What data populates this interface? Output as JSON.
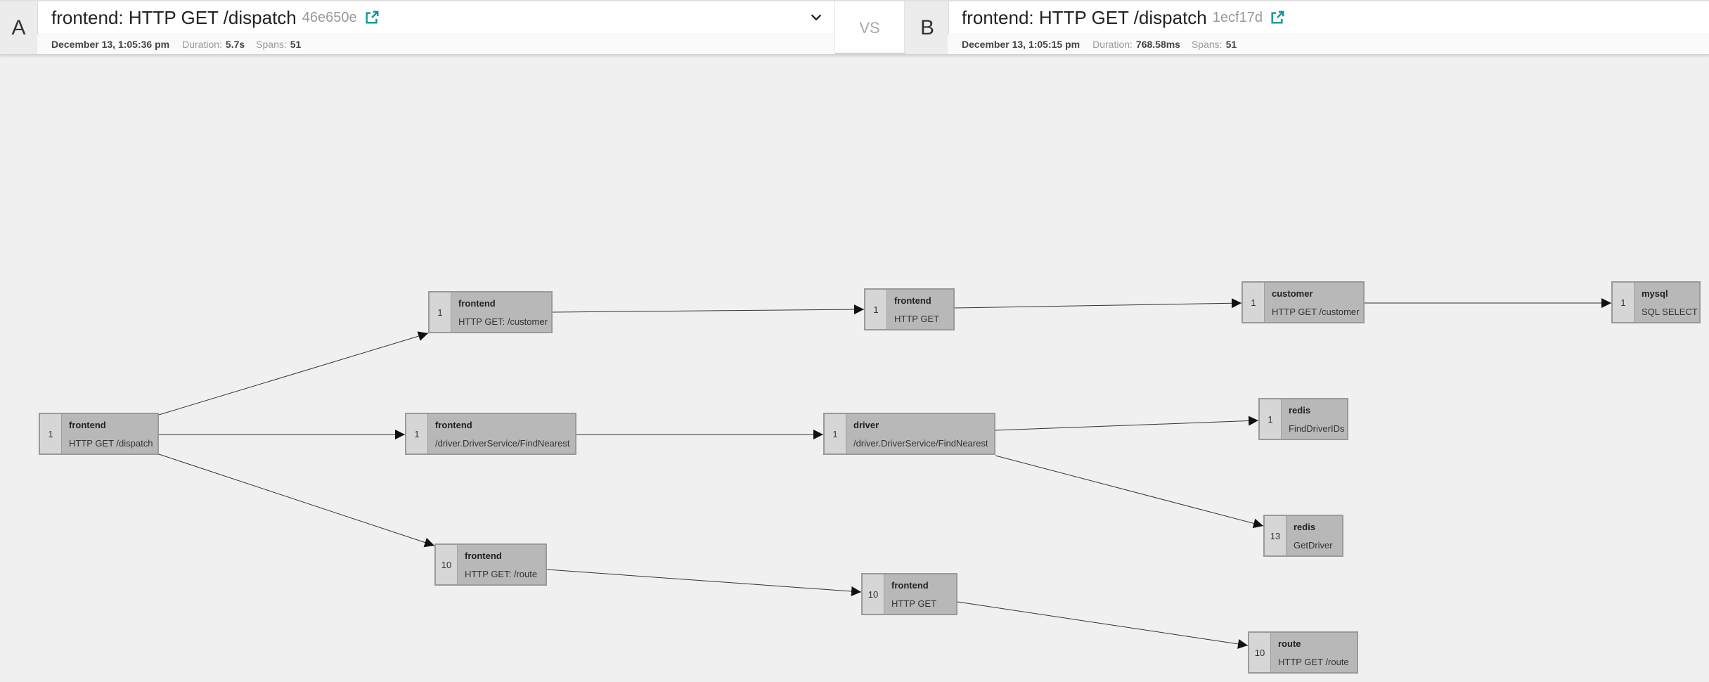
{
  "header": {
    "a": {
      "letter": "A",
      "title": "frontend: HTTP GET /dispatch",
      "trace_id": "46e650e",
      "date": "December 13, 1:05:36 pm",
      "duration_label": "Duration:",
      "duration": "5.7s",
      "spans_label": "Spans:",
      "spans": "51",
      "external_link_icon": "external-link-icon",
      "dropdown_icon": "chevron-down-icon"
    },
    "vs": "VS",
    "b": {
      "letter": "B",
      "title": "frontend: HTTP GET /dispatch",
      "trace_id": "1ecf17d",
      "date": "December 13, 1:05:15 pm",
      "duration_label": "Duration:",
      "duration": "768.58ms",
      "spans_label": "Spans:",
      "spans": "51",
      "external_link_icon": "external-link-icon"
    },
    "link_color": "#11939a"
  },
  "graph": {
    "nodes": [
      {
        "count": "1",
        "service": "frontend",
        "operation": "HTTP GET /dispatch"
      },
      {
        "count": "1",
        "service": "frontend",
        "operation": "HTTP GET: /customer"
      },
      {
        "count": "1",
        "service": "frontend",
        "operation": "/driver.DriverService/FindNearest"
      },
      {
        "count": "10",
        "service": "frontend",
        "operation": "HTTP GET: /route"
      },
      {
        "count": "1",
        "service": "frontend",
        "operation": "HTTP GET"
      },
      {
        "count": "1",
        "service": "driver",
        "operation": "/driver.DriverService/FindNearest"
      },
      {
        "count": "10",
        "service": "frontend",
        "operation": "HTTP GET"
      },
      {
        "count": "1",
        "service": "customer",
        "operation": "HTTP GET /customer"
      },
      {
        "count": "1",
        "service": "redis",
        "operation": "FindDriverIDs"
      },
      {
        "count": "13",
        "service": "redis",
        "operation": "GetDriver"
      },
      {
        "count": "10",
        "service": "route",
        "operation": "HTTP GET /route"
      },
      {
        "count": "1",
        "service": "mysql",
        "operation": "SQL SELECT"
      }
    ]
  }
}
